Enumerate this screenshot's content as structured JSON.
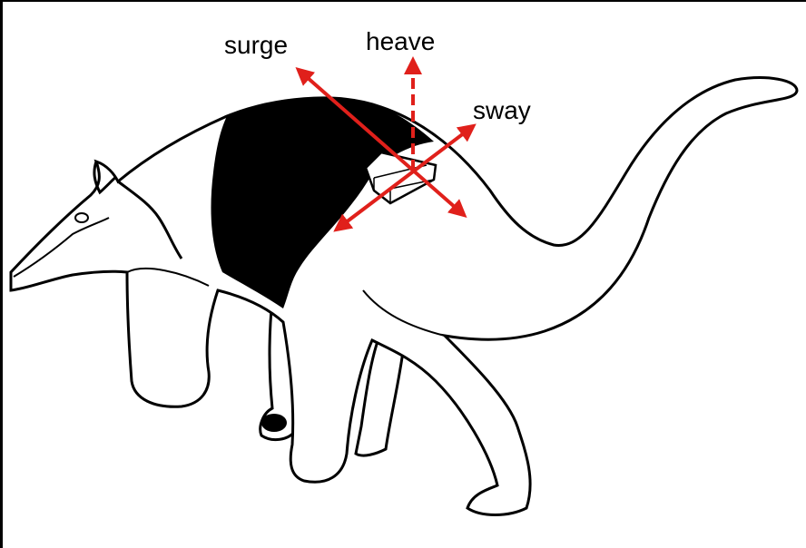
{
  "labels": {
    "surge": "surge",
    "heave": "heave",
    "sway": "sway"
  },
  "colors": {
    "arrow": "#e0201b",
    "outline": "#000000",
    "fill": "#ffffff"
  }
}
